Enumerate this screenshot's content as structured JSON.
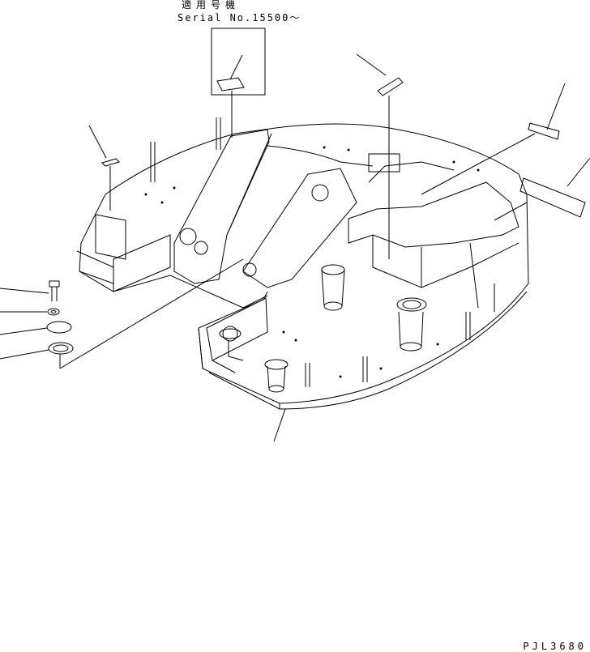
{
  "header": {
    "applicable_label": "適用号機",
    "serial_label": "Serial No.15500～"
  },
  "footer": {
    "drawing_number": "PJL3680"
  },
  "style": {
    "line_color": "#000000",
    "background": "#ffffff"
  }
}
